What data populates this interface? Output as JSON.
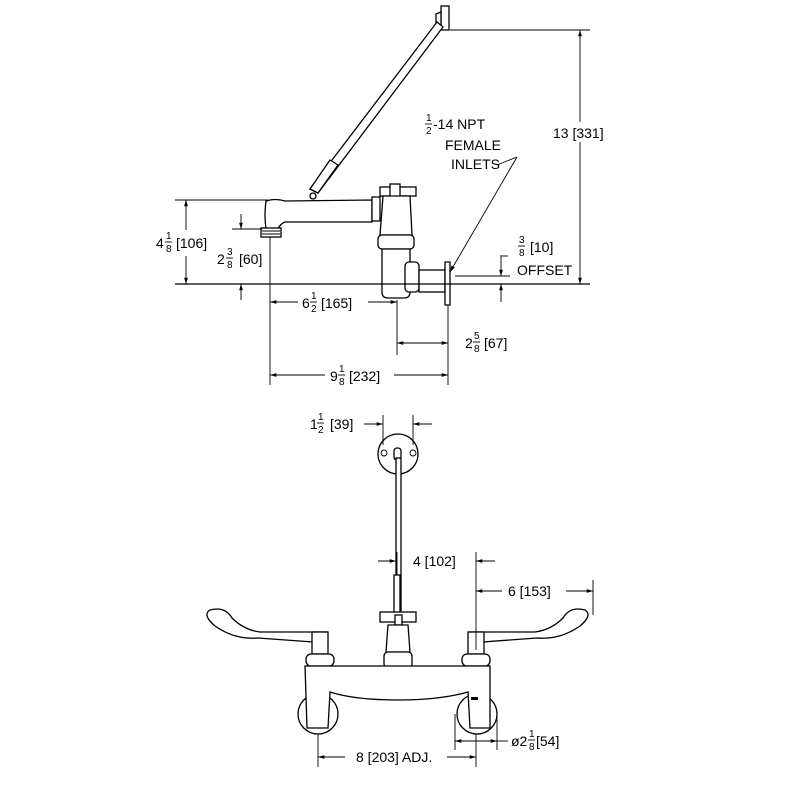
{
  "side_view": {
    "overall_height": {
      "text": "13 [331]"
    },
    "inlet_note": {
      "size_num": "1",
      "size_den": "2",
      "size_rest": "-14  NPT",
      "line2": "FEMALE",
      "line3": "INLETS"
    },
    "spout_height": {
      "whole": "4",
      "num": "1",
      "den": "8",
      "metric": "[106]"
    },
    "outlet_height": {
      "whole": "2",
      "num": "3",
      "den": "8",
      "metric": "[60]"
    },
    "offset": {
      "num": "3",
      "den": "8",
      "metric": "[10]",
      "label": "OFFSET"
    },
    "spout_reach": {
      "whole": "6",
      "num": "1",
      "den": "2",
      "metric": "[165]"
    },
    "inlet_depth": {
      "whole": "2",
      "num": "5",
      "den": "8",
      "metric": "[67]"
    },
    "overall_reach": {
      "whole": "9",
      "num": "1",
      "den": "8",
      "metric": "[232]"
    }
  },
  "front_view": {
    "flange_holes": {
      "whole": "1",
      "num": "1",
      "den": "2",
      "metric": "[39]"
    },
    "brace_offset": {
      "text": "4 [102]"
    },
    "handle_length": {
      "text": "6 [153]"
    },
    "centers": {
      "text": "8 [203] ADJ."
    },
    "flange_dia": {
      "prefix": "ø2",
      "num": "1",
      "den": "8",
      "metric": "[54]"
    }
  }
}
